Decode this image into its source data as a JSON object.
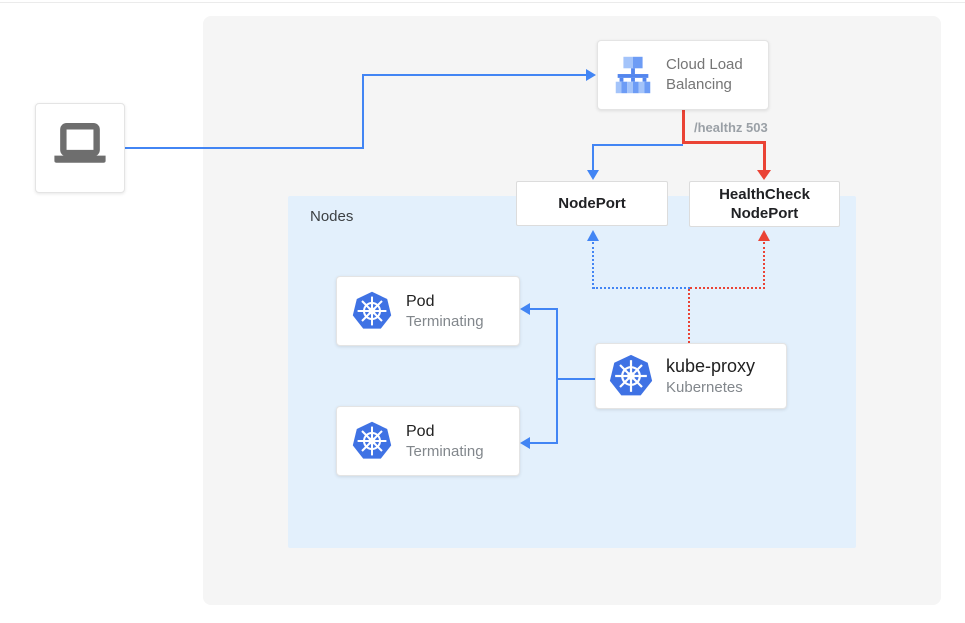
{
  "diagram": {
    "title_semantic": "Kubernetes external load balancing with terminating pods",
    "client": {
      "icon": "laptop-icon"
    },
    "cloud_load_balancing": {
      "label": "Cloud Load Balancing",
      "icon": "load-balancer-icon"
    },
    "health_check_annotation": "/healthz 503",
    "nodeport": {
      "label": "NodePort"
    },
    "healthcheck_nodeport": {
      "line1": "HealthCheck",
      "line2": "NodePort"
    },
    "nodes_panel": {
      "label": "Nodes"
    },
    "pods": [
      {
        "title": "Pod",
        "subtitle": "Terminating",
        "icon": "kubernetes-icon"
      },
      {
        "title": "Pod",
        "subtitle": "Terminating",
        "icon": "kubernetes-icon"
      }
    ],
    "kube_proxy": {
      "title": "kube-proxy",
      "subtitle": "Kubernetes",
      "icon": "kubernetes-icon"
    },
    "colors": {
      "traffic_blue": "#4285f4",
      "error_red": "#ea4335",
      "nodes_panel_blue": "#e3f0fc",
      "outer_panel_gray": "#f5f5f5",
      "kubernetes_blue": "#3f72e4",
      "gray_text": "#757575"
    }
  }
}
